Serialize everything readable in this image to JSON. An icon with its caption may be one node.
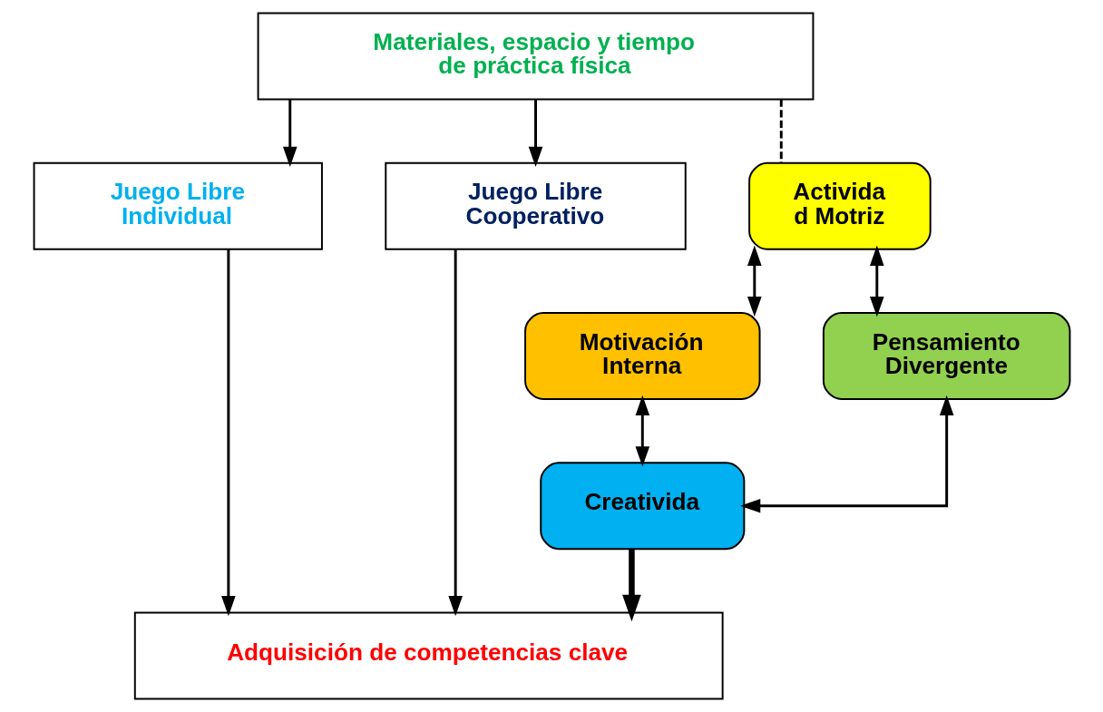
{
  "diagram": {
    "nodes": [
      {
        "text": [
          "Materiales, espacio y tiempo de práctica física"
        ]
      },
      {
        "text": [
          "Juego Libre Individual"
        ]
      },
      {
        "text": [
          "Juego Libre Cooperativo"
        ]
      },
      {
        "text": [
          "Activida d Motriz"
        ]
      },
      {
        "text": [
          "Motivación Interna"
        ]
      },
      {
        "text": [
          "Pensamiento Divergente"
        ]
      },
      {
        "text": [
          "Creativida"
        ]
      },
      {
        "text": [
          "Adquisición de competencias clave"
        ]
      }
    ],
    "edges": [
      {
        "from": 0,
        "to": 1,
        "arrow": "to"
      },
      {
        "from": 0,
        "to": 2,
        "arrow": "to"
      },
      {
        "from": 0,
        "to": 3,
        "arrow": "none",
        "style": "dashed"
      },
      {
        "from": 3,
        "to": 4,
        "arrow": "both"
      },
      {
        "from": 3,
        "to": 5,
        "arrow": "both"
      },
      {
        "from": 4,
        "to": 6,
        "arrow": "both"
      },
      {
        "from": 5,
        "to": 6,
        "arrow": "both"
      },
      {
        "from": 6,
        "to": 7,
        "arrow": "to",
        "style": "thick"
      },
      {
        "from": 1,
        "to": 7,
        "arrow": "to"
      },
      {
        "from": 2,
        "to": 7,
        "arrow": "to"
      }
    ]
  }
}
